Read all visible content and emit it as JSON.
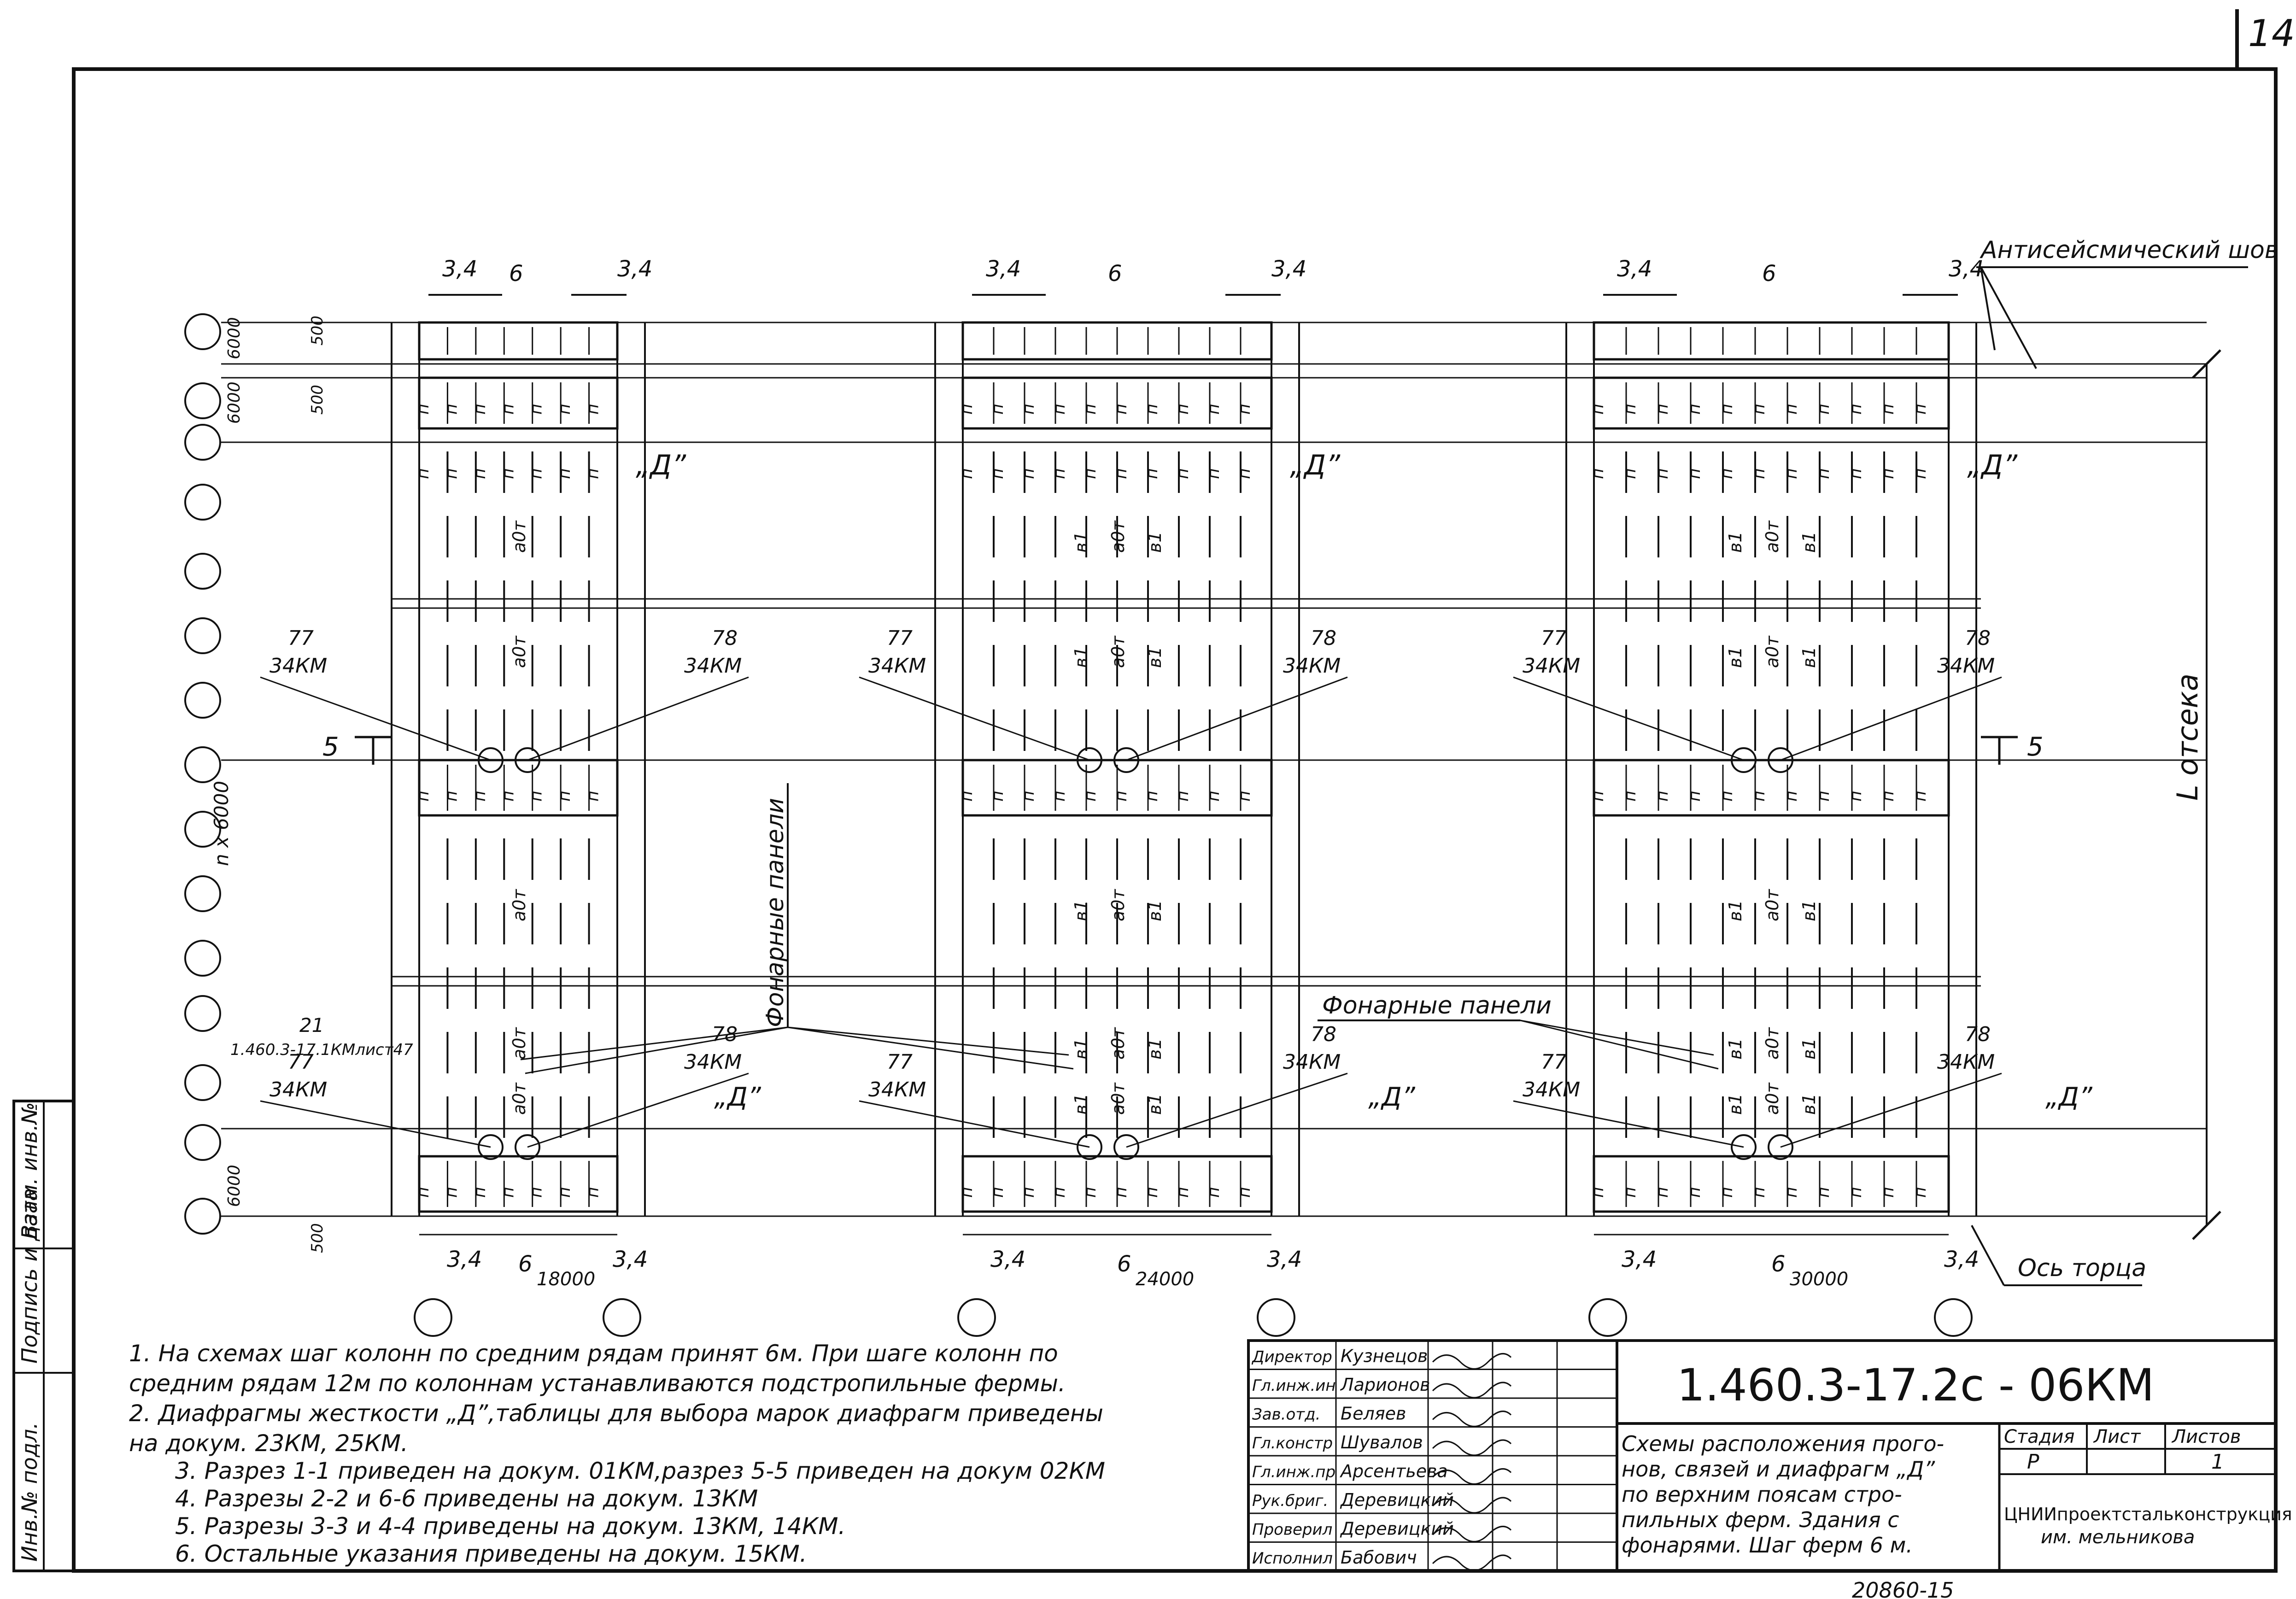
{
  "sheet_number": "14",
  "top_labels": {
    "seismic_joint": "Антисейсмический шов",
    "end_axis": "Ось торца",
    "l_compartment": "L отсека",
    "skylight_panels": "Фонарные панели",
    "section_mark": "5",
    "n6000": "n x 6000"
  },
  "dims": {
    "d6000": "6000",
    "d500": "500",
    "d34": "3,4",
    "d6": "6"
  },
  "schemes": [
    {
      "span": "18000"
    },
    {
      "span": "24000"
    },
    {
      "span": "30000"
    }
  ],
  "marks": {
    "n": "п",
    "p": "р",
    "a0t": "а0т",
    "b1": "в1",
    "d": "„Д”",
    "n77": "77",
    "n78": "78",
    "km34": "34КМ",
    "n21": "21",
    "ref": "1.460.3-17.1КМлист47"
  },
  "notes": [
    "1.   На схемах шаг колонн по средним рядам принят 6м. При шаге колонн по",
    "средним рядам 12м по колоннам устанавливаются подстропильные фермы.",
    "2.   Диафрагмы жесткости „Д”,таблицы для выбора марок диафрагм приведены",
    "на докум. 23КМ, 25КМ.",
    "3.   Разрез 1-1 приведен на докум. 01КМ,разрез 5-5 приведен на докум 02КМ",
    "4.   Разрезы 2-2 и 6-6 приведены на докум. 13КМ",
    "5.   Разрезы 3-3 и 4-4 приведены на докум. 13КМ, 14КМ.",
    "6.   Остальные указания приведены на докум. 15КМ."
  ],
  "stamp": {
    "code": "1.460.3-17.2с - 06КМ",
    "title_lines": [
      "Схемы расположения прого-",
      "нов, связей и диафрагм „Д”",
      "по верхним поясам стро-",
      "пильных ферм. Здания с",
      "фонарями. Шаг ферм 6 м."
    ],
    "roles": [
      {
        "role": "Директор",
        "name": "Кузнецов"
      },
      {
        "role": "Гл.инж.ин",
        "name": "Ларионов"
      },
      {
        "role": "Зав.отд.",
        "name": "Беляев"
      },
      {
        "role": "Гл.констр",
        "name": "Шувалов"
      },
      {
        "role": "Гл.инж.пр",
        "name": "Арсентьева"
      },
      {
        "role": "Рук.бриг.",
        "name": "Деревицкий"
      },
      {
        "role": "Проверил",
        "name": "Деревицкий"
      },
      {
        "role": "Исполнил",
        "name": "Бабович"
      }
    ],
    "stage_label": "Стадия",
    "sheet_label": "Лист",
    "sheets_label": "Листов",
    "stage": "Р",
    "sheet": "",
    "sheets": "1",
    "org_line1": "ЦНИИпроектстальконструкция",
    "org_line2": "им. мельникова"
  },
  "side_stamp": [
    "Инв.№ подл.",
    "Подпись и дата",
    "Взам. инв.№"
  ],
  "bottom_number": "20860-15"
}
